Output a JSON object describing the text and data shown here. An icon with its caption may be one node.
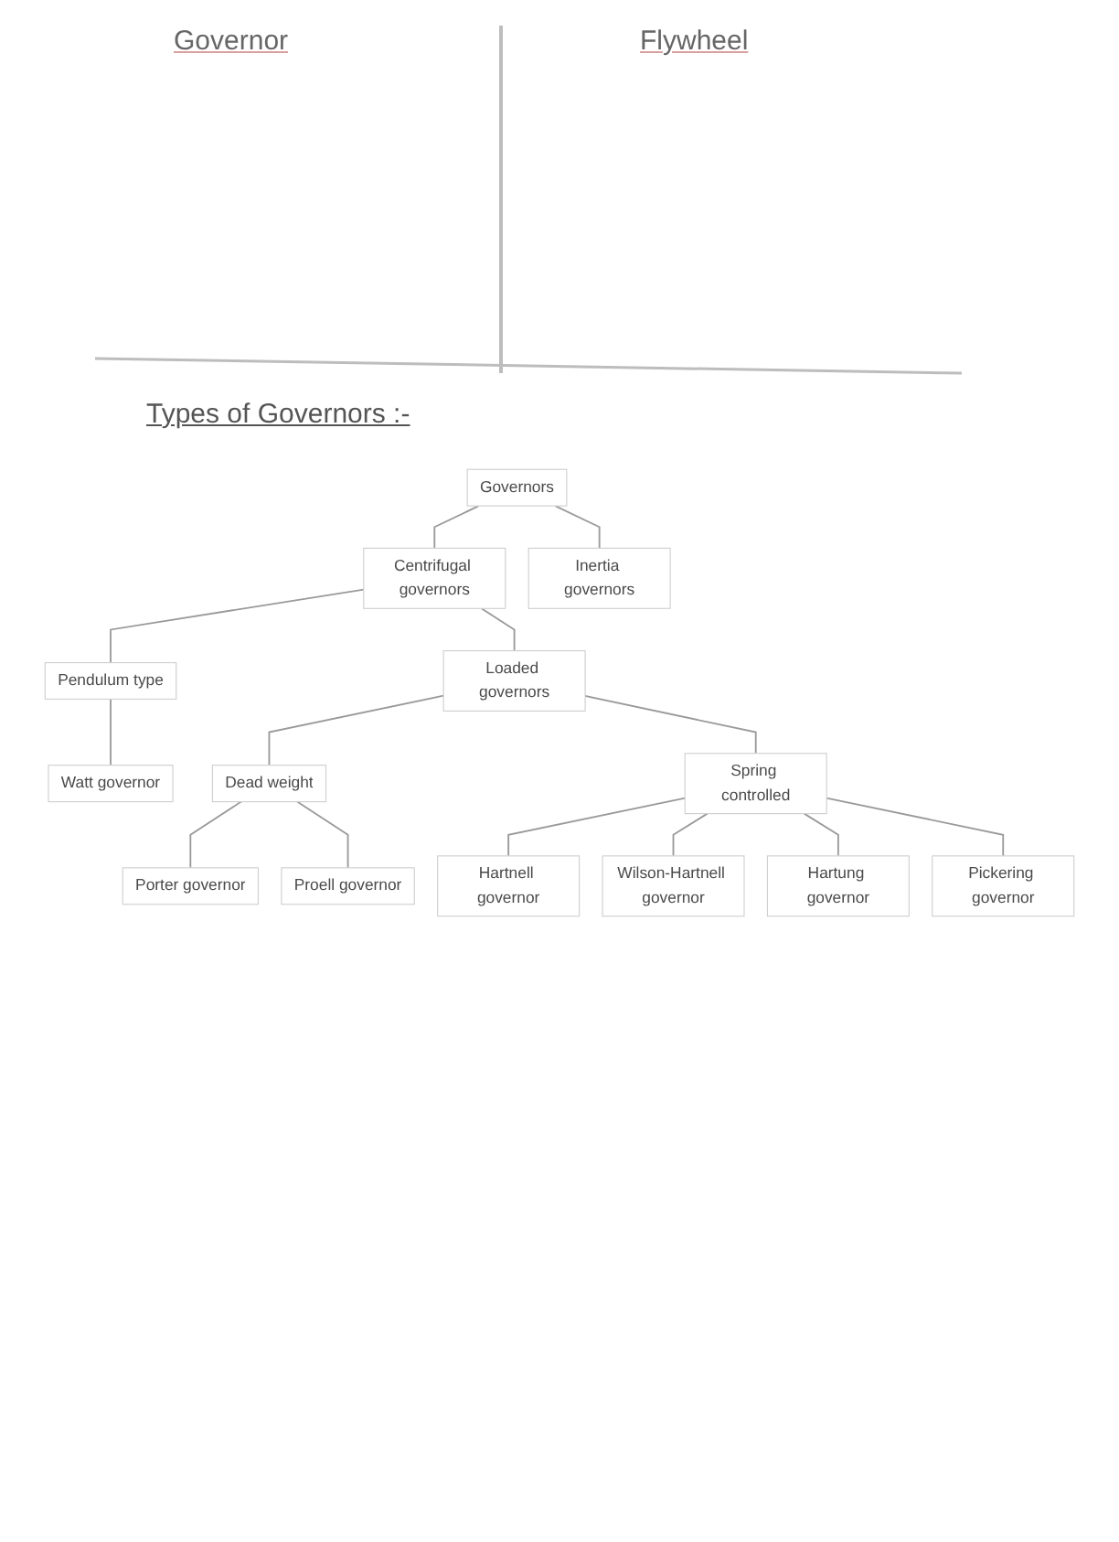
{
  "diagram": {
    "title": "Types of Governors :-",
    "nodes": [
      {
        "text": [
          "Governors"
        ]
      },
      {
        "text": [
          "Centrifugal governors"
        ]
      },
      {
        "text": [
          "Inertia governors"
        ]
      },
      {
        "text": [
          "Pendulum type"
        ]
      },
      {
        "text": [
          "Loaded governors"
        ]
      },
      {
        "text": [
          "Watt governor"
        ]
      },
      {
        "text": [
          "Dead weight"
        ]
      },
      {
        "text": [
          "Spring controlled"
        ]
      },
      {
        "text": [
          "Hartnell governor"
        ]
      },
      {
        "text": [
          "Wilson-Hartnell governor"
        ]
      },
      {
        "text": [
          "Hartung governor"
        ]
      },
      {
        "text": [
          "Pickering governor"
        ]
      },
      {
        "text": [
          "Porter governor"
        ]
      },
      {
        "text": [
          "Proell governor"
        ]
      }
    ],
    "edges": [
      {
        "from": 0,
        "to": 1,
        "arrow": "none"
      },
      {
        "from": 0,
        "to": 2,
        "arrow": "none"
      },
      {
        "from": 1,
        "to": 3,
        "arrow": "none"
      },
      {
        "from": 1,
        "to": 4,
        "arrow": "none"
      },
      {
        "from": 3,
        "to": 5,
        "arrow": "none"
      },
      {
        "from": 4,
        "to": 6,
        "arrow": "none"
      },
      {
        "from": 4,
        "to": 7,
        "arrow": "none"
      },
      {
        "from": 6,
        "to": 12,
        "arrow": "none"
      },
      {
        "from": 6,
        "to": 13,
        "arrow": "none"
      },
      {
        "from": 7,
        "to": 8,
        "arrow": "none"
      },
      {
        "from": 7,
        "to": 9,
        "arrow": "none"
      },
      {
        "from": 7,
        "to": 10,
        "arrow": "none"
      },
      {
        "from": 7,
        "to": 11,
        "arrow": "none"
      }
    ],
    "labels": [
      "Governor",
      "Flywheel"
    ]
  }
}
